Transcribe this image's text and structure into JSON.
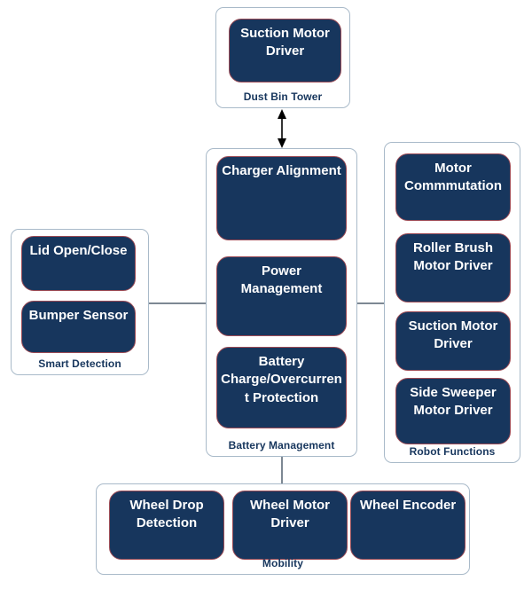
{
  "colors": {
    "background": "#ffffff",
    "block_fill": "#17365d",
    "block_border": "#9c4b55",
    "block_text": "#ffffff",
    "container_border": "#a9bac9",
    "label_text": "#17365d",
    "connector": "#7d8893",
    "arrow": "#000000"
  },
  "groups": {
    "dust_bin_tower": {
      "label": "Dust Bin Tower",
      "blocks": [
        "Suction Motor Driver"
      ]
    },
    "battery_management": {
      "label": "Battery Management",
      "blocks": [
        "Charger Alignment",
        "Power Management",
        "Battery Charge/Overcurrent Protection"
      ]
    },
    "smart_detection": {
      "label": "Smart Detection",
      "blocks": [
        "Lid Open/Close",
        "Bumper Sensor"
      ]
    },
    "robot_functions": {
      "label": "Robot Functions",
      "blocks": [
        "Motor Commmutation",
        "Roller Brush Motor Driver",
        "Suction Motor Driver",
        "Side Sweeper Motor Driver"
      ]
    },
    "mobility": {
      "label": "Mobility",
      "blocks": [
        "Wheel Drop Detection",
        "Wheel Motor Driver",
        "Wheel Encoder"
      ]
    }
  },
  "connections": [
    {
      "from": "Dust Bin Tower",
      "to": "Battery Management",
      "style": "double-arrow"
    },
    {
      "from": "Smart Detection",
      "to": "Battery Management",
      "style": "line"
    },
    {
      "from": "Battery Management",
      "to": "Robot Functions",
      "style": "line"
    },
    {
      "from": "Battery Management",
      "to": "Mobility",
      "style": "line"
    }
  ]
}
